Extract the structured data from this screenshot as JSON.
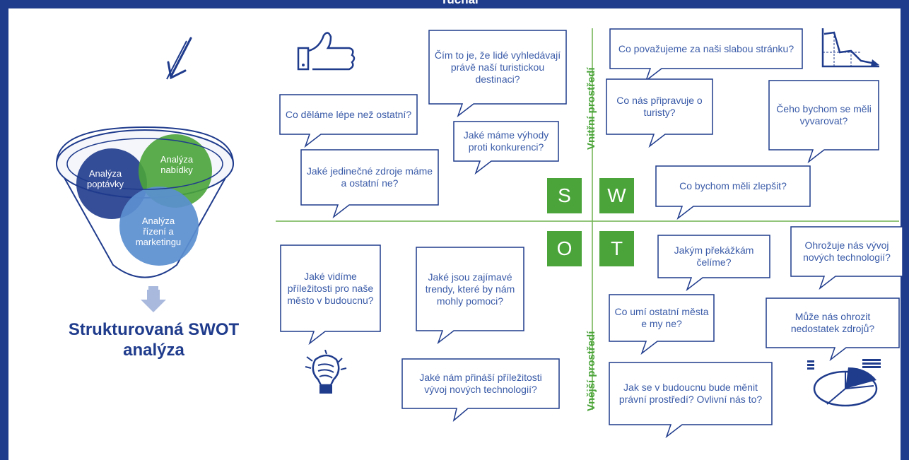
{
  "header": {
    "title": "Tuchal"
  },
  "axes": {
    "inner": "Vnitřní prostředí",
    "outer": "Vnější prostředí"
  },
  "swot": {
    "s": "S",
    "w": "W",
    "o": "O",
    "t": "T"
  },
  "funnel": {
    "circle1": "Analýza\npoptávky",
    "circle2": "Analýza\nnabídky",
    "circle3": "Analýza\nřízení a\nmarketingu"
  },
  "result_title": "Strukturovaná SWOT analýza",
  "callouts": {
    "s1": "Co děláme lépe než ostatní?",
    "s2": "Čím to je, že lidé vyhledávají právě naší turistickou destinaci?",
    "s3": "Jaké máme výhody proti konkurenci?",
    "s4": "Jaké jedinečné zdroje máme a ostatní ne?",
    "w1": "Co považujeme za naši slabou stránku?",
    "w2": "Co nás připravuje o turisty?",
    "w3": "Čeho bychom se měli vyvarovat?",
    "w4": "Co bychom měli zlepšit?",
    "o1": "Jaké vidíme příležitosti pro naše město v budoucnu?",
    "o2": "Jaké jsou zajímavé trendy, které by nám mohly pomoci?",
    "o3": "Jaké nám přináší příležitosti vývoj nových technologií?",
    "t1": "Jakým překážkám čelíme?",
    "t2": "Ohrožuje nás vývoj nových technologií?",
    "t3": "Co umí ostatní města e my ne?",
    "t4": "Může nás ohrozit nedostatek zdrojů?",
    "t5": "Jak se v budoucnu bude měnit právní prostředí? Ovlivní nás to?"
  },
  "colors": {
    "brand": "#1f3b8c",
    "accent": "#4aa43a",
    "text": "#3a5ba8"
  }
}
